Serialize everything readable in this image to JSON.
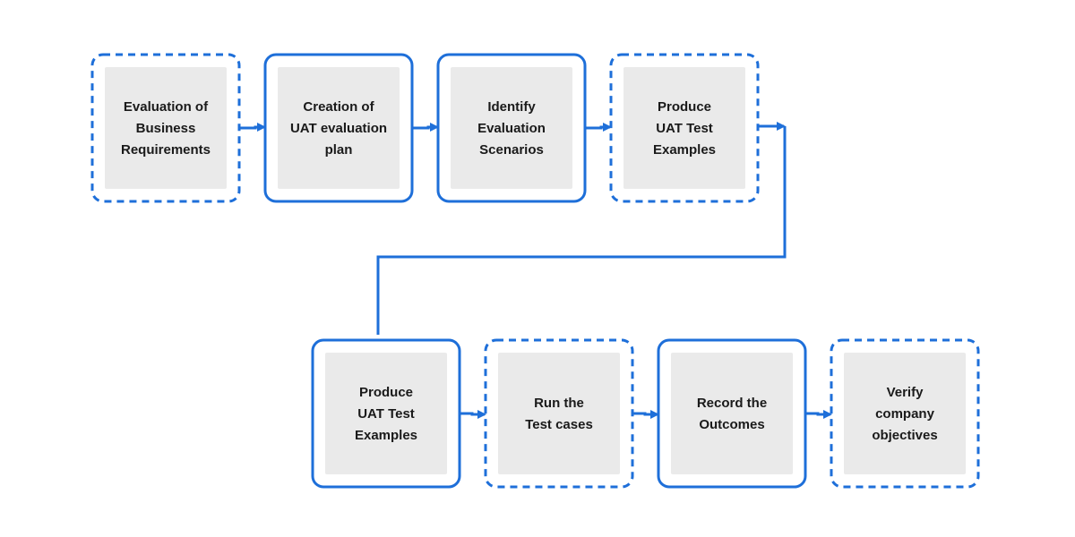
{
  "colors": {
    "accent": "#1E6FD9",
    "box_fill": "#EAEAEA",
    "text": "#1A1A1A",
    "background": "#FFFFFF"
  },
  "steps": [
    {
      "lines": [
        "Evaluation of",
        "Business",
        "Requirements"
      ],
      "border": "dashed"
    },
    {
      "lines": [
        "Creation of",
        "UAT evaluation",
        "plan"
      ],
      "border": "solid"
    },
    {
      "lines": [
        "Identify",
        "Evaluation",
        "Scenarios"
      ],
      "border": "solid"
    },
    {
      "lines": [
        "Produce",
        "UAT Test",
        "Examples"
      ],
      "border": "dashed"
    },
    {
      "lines": [
        "Produce",
        "UAT Test",
        "Examples"
      ],
      "border": "solid"
    },
    {
      "lines": [
        "Run the",
        "Test cases"
      ],
      "border": "dashed"
    },
    {
      "lines": [
        "Record the",
        "Outcomes"
      ],
      "border": "solid"
    },
    {
      "lines": [
        "Verify",
        "company",
        "objectives"
      ],
      "border": "dashed"
    }
  ]
}
